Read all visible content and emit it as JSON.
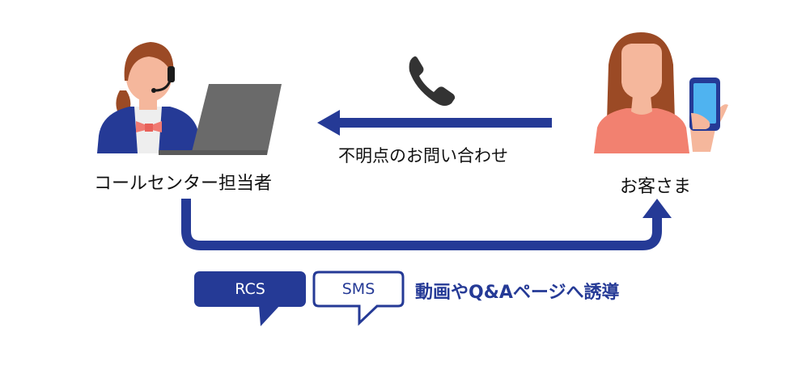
{
  "actors": {
    "agent": {
      "label": "コールセンター担当者"
    },
    "customer": {
      "label": "お客さま"
    }
  },
  "flows": {
    "inquiry": {
      "label": "不明点のお問い合わせ"
    },
    "guidance": {
      "label": "動画やQ&Aページへ誘導"
    }
  },
  "channels": {
    "rcs": {
      "label": "RCS"
    },
    "sms": {
      "label": "SMS"
    }
  },
  "colors": {
    "primary": "#253a96",
    "skin": "#f5b79c",
    "hair": "#9b4a25",
    "customer_shirt": "#f28170",
    "laptop": "#6a6a6a",
    "phone_screen": "#4fb3f0",
    "ribbon": "#f07a72"
  }
}
